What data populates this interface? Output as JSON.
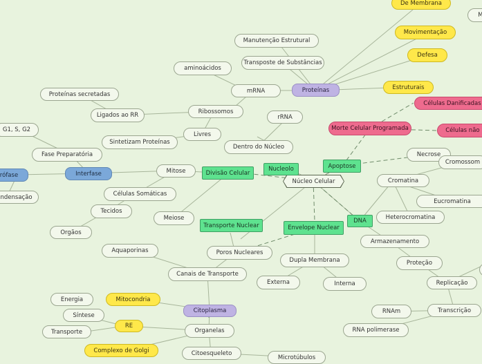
{
  "diagram": {
    "center": "Núcleo Celular",
    "nucleolo": "Nucleolo",
    "dentro_nucleo": "Dentro do Núcleo",
    "rrna": "rRNA",
    "ribossomos": "Ribossomos",
    "mrna": "mRNA",
    "aminoacidos": "aminoácidos",
    "proteinas": "Proteínas",
    "manutencao": "Manutenção Estrutural",
    "transporte_subst": "Transposte de Substâncias",
    "de_membrana": "De Membrana",
    "movimentacao": "Movimentação",
    "mi": "Mi",
    "defesa": "Defesa",
    "estruturais": "Estruturais",
    "ligados_rr": "Ligados ao RR",
    "proteinas_secretadas": "Proteínas secretadas",
    "livres": "Livres",
    "sintetizam": "Sintetizam Proteínas",
    "g1s": "G1, S, G2",
    "fase_prep": "Fase Preparatória",
    "interfase": "Interfase",
    "profase": "Prófase",
    "condensacao": "Condensação",
    "mitose": "Mitose",
    "celulas_somaticas": "Células Somáticas",
    "divisao": "Divisão Celular",
    "tecidos": "Tecidos",
    "orgaos": "Orgãos",
    "meiose": "Meiose",
    "transporte_nuclear": "Transporte Nuclear",
    "poros": "Poros Nucleares",
    "envelope": "Envelope Nuclear",
    "dupla": "Dupla Membrana",
    "externa": "Externa",
    "interna": "Interna",
    "aquaporinas": "Aquaporinas",
    "canais": "Canais de Transporte",
    "citoplasma": "Citoplasma",
    "organelas": "Organelas",
    "mitocondria": "Mitocondria",
    "energia": "Energia",
    "re": "RE",
    "sintese": "Síntese",
    "transporte": "Transporte",
    "golgi": "Complexo de Golgi",
    "citoesqueleto": "Citoesqueleto",
    "microtubulos": "Microtúbulos",
    "apoptose": "Apoptose",
    "morte": "Morte Celular Programada",
    "danificadas": "Células Danificadas",
    "celulas_nao": "Células não r",
    "necrose": "Necrose",
    "dna": "DNA",
    "cromatina": "Cromatina",
    "cromossomo": "Cromossom",
    "eucromatina": "Eucromatina",
    "heterocromatina": "Heterocromatina",
    "armazenamento": "Armazenamento",
    "protecao": "Proteção",
    "replicacao": "Replicação",
    "transcricao": "Transcrição",
    "rnam": "RNAm",
    "rna_polimerase": "RNA polimerase"
  }
}
